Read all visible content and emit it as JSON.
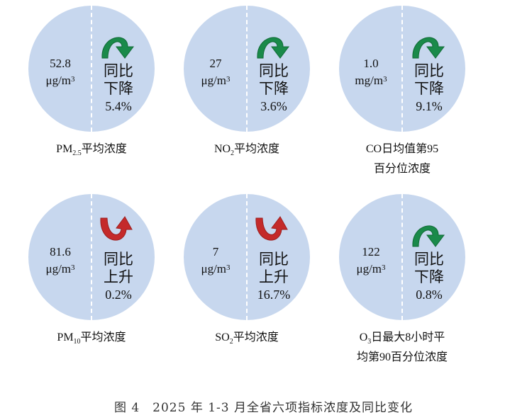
{
  "colors": {
    "circle_fill": "#c7d7ee",
    "arrow_down": "#1a8a4a",
    "arrow_up": "#c42a2a"
  },
  "cards": [
    {
      "value_main": "52.8",
      "unit_base": "μg/m",
      "unit_exp": "3",
      "direction": "down",
      "change_label_1": "同比",
      "change_label_2": "下降",
      "change_pct": "5.4%",
      "metric_pre": "PM",
      "metric_sub": "2.5",
      "metric_post": "平均浓度",
      "metric_line2": ""
    },
    {
      "value_main": "27",
      "unit_base": "μg/m",
      "unit_exp": "3",
      "direction": "down",
      "change_label_1": "同比",
      "change_label_2": "下降",
      "change_pct": "3.6%",
      "metric_pre": "NO",
      "metric_sub": "2",
      "metric_post": "平均浓度",
      "metric_line2": ""
    },
    {
      "value_main": "1.0",
      "unit_base": "mg/m",
      "unit_exp": "3",
      "direction": "down",
      "change_label_1": "同比",
      "change_label_2": "下降",
      "change_pct": "9.1%",
      "metric_pre": "CO日均值第95",
      "metric_sub": "",
      "metric_post": "",
      "metric_line2": "百分位浓度"
    },
    {
      "value_main": "81.6",
      "unit_base": "μg/m",
      "unit_exp": "3",
      "direction": "up",
      "change_label_1": "同比",
      "change_label_2": "上升",
      "change_pct": "0.2%",
      "metric_pre": "PM",
      "metric_sub": "10",
      "metric_post": "平均浓度",
      "metric_line2": ""
    },
    {
      "value_main": "7",
      "unit_base": "μg/m",
      "unit_exp": "3",
      "direction": "up",
      "change_label_1": "同比",
      "change_label_2": "上升",
      "change_pct": "16.7%",
      "metric_pre": "SO",
      "metric_sub": "2",
      "metric_post": "平均浓度",
      "metric_line2": ""
    },
    {
      "value_main": "122",
      "unit_base": "μg/m",
      "unit_exp": "3",
      "direction": "down",
      "change_label_1": "同比",
      "change_label_2": "下降",
      "change_pct": "0.8%",
      "metric_pre": "O",
      "metric_sub": "3",
      "metric_post": "日最大8小时平",
      "metric_line2": "均第90百分位浓度"
    }
  ],
  "caption": "图 4　2025 年 1-3 月全省六项指标浓度及同比变化"
}
